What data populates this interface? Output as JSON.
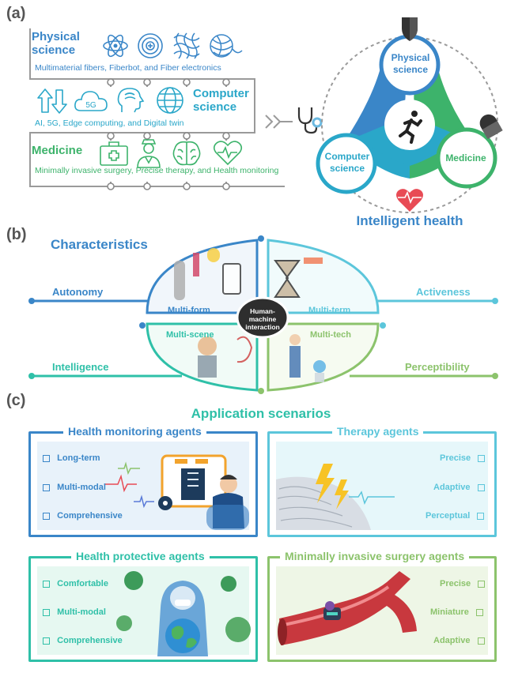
{
  "panel_a": {
    "tag": "(a)",
    "physical": {
      "title_1": "Physical",
      "title_2": "science",
      "subtitle": "Multimaterial fibers, Fiberbot, and Fiber electronics"
    },
    "computer": {
      "title_1": "Computer",
      "title_2": "science",
      "subtitle": "AI, 5G, Edge computing, and Digital twin",
      "icon_5g": "5G"
    },
    "medicine": {
      "title": "Medicine",
      "subtitle": "Minimally invasive surgery, Precise therapy, and Health monitoring"
    },
    "triad": {
      "physical_1": "Physical",
      "physical_2": "science",
      "computer_1": "Computer",
      "computer_2": "science",
      "medicine": "Medicine",
      "caption": "Intelligent health"
    }
  },
  "panel_b": {
    "tag": "(b)",
    "characteristics": "Characteristics",
    "left": [
      "Autonomy",
      "Intelligence"
    ],
    "right": [
      "Activeness",
      "Perceptibility"
    ],
    "segments": [
      "Multi-form",
      "Multi-term",
      "Multi-scene",
      "Multi-tech"
    ],
    "center_1": "Human-",
    "center_2": "machine",
    "center_3": "interaction"
  },
  "panel_c": {
    "tag": "(c)",
    "title": "Application scenarios",
    "cards": [
      {
        "title": "Health monitoring agents",
        "items": [
          "Long-term",
          "Multi-modal",
          "Comprehensive"
        ]
      },
      {
        "title": "Therapy agents",
        "items": [
          "Precise",
          "Adaptive",
          "Perceptual"
        ]
      },
      {
        "title": "Health protective agents",
        "items": [
          "Comfortable",
          "Multi-modal",
          "Comprehensive"
        ]
      },
      {
        "title": "Minimally invasive surgery agents",
        "items": [
          "Precise",
          "Miniature",
          "Adaptive"
        ]
      }
    ]
  },
  "colors": {
    "physical": "#3a86c8",
    "computer": "#2aa7c9",
    "medicine": "#3db36b",
    "teal": "#2fc0a8",
    "lime": "#8cc36c"
  }
}
